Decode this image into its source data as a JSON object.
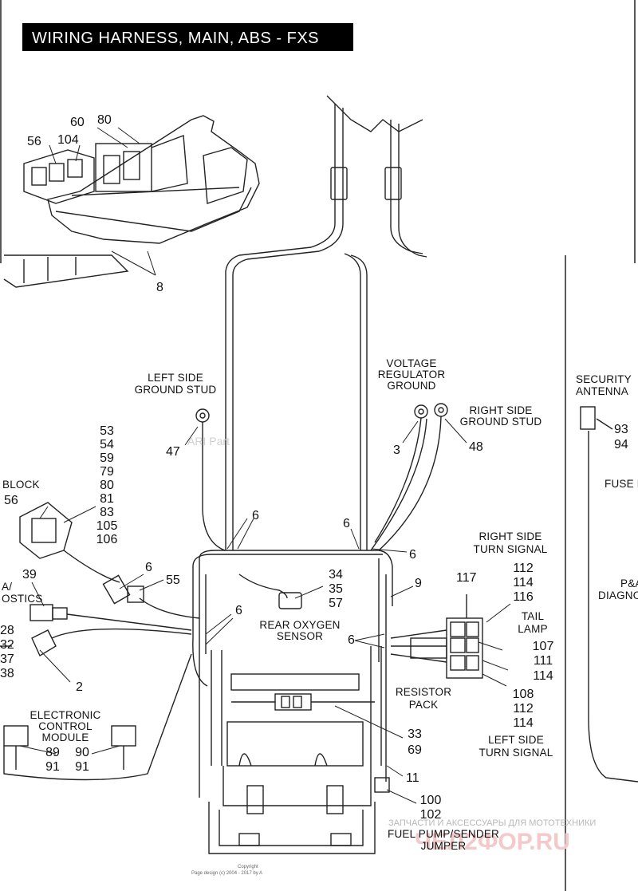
{
  "title": "WIRING HARNESS, MAIN, ABS - FXS",
  "labels": {
    "left_ground": [
      "LEFT SIDE",
      "GROUND STUD"
    ],
    "voltage_reg": [
      "VOLTAGE",
      "REGULATOR",
      "GROUND"
    ],
    "right_ground": [
      "RIGHT SIDE",
      "GROUND STUD"
    ],
    "security": [
      "SECURITY",
      "ANTENNA"
    ],
    "fuse_block": "BLOCK",
    "fuse_right": "FUSE B",
    "pa_left": [
      "A/",
      "OSTICS"
    ],
    "pa_right": [
      "P&A",
      "DIAGNO"
    ],
    "rear_o2": [
      "REAR OXYGEN",
      "SENSOR"
    ],
    "right_turn": [
      "RIGHT SIDE",
      "TURN SIGNAL"
    ],
    "tail_lamp": [
      "TAIL",
      "LAMP"
    ],
    "resistor": [
      "RESISTOR",
      "PACK"
    ],
    "left_turn": [
      "LEFT SIDE",
      "TURN SIGNAL"
    ],
    "ecm": [
      "ELECTRONIC",
      "CONTROL",
      "MODULE"
    ],
    "fuel_pump": [
      "FUEL PUMP/SENDER",
      "JUMPER"
    ]
  },
  "numbers": {
    "n60": "60",
    "n80": "80",
    "n56a": "56",
    "n104": "104",
    "n8": "8",
    "n47": "47",
    "n3": "3",
    "n48": "48",
    "n93": "93",
    "n94": "94",
    "stack_main": [
      "53",
      "54",
      "59",
      "79",
      "80",
      "81",
      "83",
      "105",
      "106"
    ],
    "n56b": "56",
    "n39": "39",
    "n6a": "6",
    "n55": "55",
    "left_cut": [
      "28",
      "32",
      "37",
      "38"
    ],
    "n2": "2",
    "n6b": "6",
    "n6c": "6",
    "n6d": "6",
    "n6e": "6",
    "n6f": "6",
    "o2_nums": [
      "34",
      "35",
      "57"
    ],
    "n9": "9",
    "n117": "117",
    "rt_nums": [
      "112",
      "114",
      "116"
    ],
    "tail_nums": [
      "107",
      "111",
      "114"
    ],
    "lt_nums": [
      "108",
      "112",
      "114"
    ],
    "ecm_left": [
      "89",
      "91"
    ],
    "ecm_right": [
      "90",
      "91"
    ],
    "n33_69": [
      "33",
      "69"
    ],
    "n11": "11",
    "n100_102": [
      "100",
      "102"
    ]
  },
  "watermark": {
    "ari": "ARI Part",
    "shop_top": "ЗАПЧАСТИ И АКСЕССУАРЫ ДЛЯ МОТОТЕХНИКИ",
    "shop_name": "ЧЕЛ2ФОР.RU",
    "copyright": [
      "Copyright",
      "Page design (c) 2004 - 2017 by A"
    ]
  }
}
